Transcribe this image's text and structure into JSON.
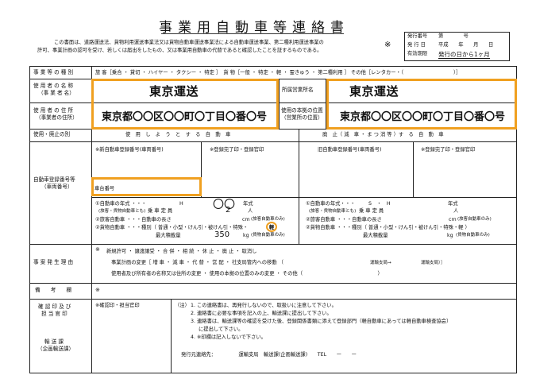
{
  "header": {
    "title": "事業用自動車等連絡書",
    "intro_line1": "この書面は、道路運送法、貨物利用運送事業法又は貨物自動車運送事業法による自動車運送事業、第二種利用運送事業の",
    "intro_line2": "許可、事業計画の認可を受け、若しくは届出をしたもの、又は事業用自動車の代替であると確認したことを証するものである。",
    "mark": "※",
    "issue_label": "発行番号",
    "issue_value": "第　　　　号",
    "date_label": "発 行 日",
    "date_value": "平成　　年　　月　　日",
    "valid_label": "有効期限",
    "valid_value": "発行の日から1ヶ月"
  },
  "rows": {
    "type": {
      "label": "事 業 等 の 種 別",
      "content": "旅 客［乗合 ・ 貸切 ・ ハイヤー ・ タクシー ・ 特定 ］　貨 物［一般 ・ 特定 ・ 軽 ・ 霊きゅう ・ 第二種利用 ］ その他［レンタカー・（　　　　　　　　　　）］"
    },
    "user_name": {
      "label1": "使 用 者 の 名 称",
      "label2": "（事 業 者 名）",
      "value": "東京運送",
      "office_label": "所属営業所名",
      "office_value": "東京運送"
    },
    "user_address": {
      "label1": "使 用 者 の 住 所",
      "label2": "（事業者の住所）",
      "value": "東京都〇〇区〇〇町〇丁目〇番〇号",
      "base_label1": "使用の本拠の位置",
      "base_label2": "（営業所の位置）",
      "base_value": "東京都〇〇区〇〇町〇丁目〇番〇号"
    },
    "usage": {
      "label": "使用・廃止の別",
      "use_header": "使　用　し　よ　う　と　す　る　自　動　車",
      "abolish_header": "廃　止（ 減　車 ・ ま つ 消 等 ）す　る　自　動　車"
    },
    "registration": {
      "label1": "自動車登録番号等",
      "label2": "（車両番号）",
      "new_reg": "※新自動車登録番号(車両番号)",
      "reg_done": "※登録完了印・登録官印",
      "old_reg": "旧自動車登録番号(車両番号)",
      "reg_done2": "※登録完了印・登録官印",
      "chassis": "車台番号"
    },
    "specs_left": {
      "year_label": "①自動車の年式 ・・・",
      "year_era": "H",
      "year_value": "〇〇",
      "year_unit": "年式",
      "note_bus": "(旅客・貨物自動車とも)",
      "capacity_label": "乗 車 定 員",
      "capacity_value": "2",
      "capacity_unit": "人",
      "bus_len_label": "②旅客自動車 ・・・自動車の長さ",
      "bus_len_unit": "cm",
      "bus_len_note": "(旅客自動車のみ)",
      "truck_label": "②貨物自動車 ・・・種別（ 普通・小型・けん引・被けん引・特殊・",
      "truck_highlight": "軽",
      "truck_close": "）",
      "load_label": "最大積載量",
      "load_value": "350",
      "load_unit": "kg",
      "load_note": "(貨物自動車のみ)"
    },
    "specs_right": {
      "year_label": "①自動車の年式・・・",
      "year_era": "S　・　H",
      "year_unit": "年式",
      "note_bus": "(旅客・貨物自動車とも)",
      "capacity_label": "乗 車 定 員",
      "capacity_unit": "人",
      "bus_len_label": "②旅客自動車 ・・・自動車の長さ",
      "bus_len_unit": "cm",
      "bus_len_note": "(旅客自動車のみ)",
      "truck_label": "②貨物自動車 ・・・種別（ 普通・小型・けん引・被けん引・特殊・軽 ）",
      "load_label": "最大積載量",
      "load_unit": "kg",
      "load_note": "(貨物自動車のみ)"
    },
    "cause": {
      "label": "事 案 発 生 理 由",
      "mark": "※",
      "line1": "新規許可 ・ 譲渡譲受 ・ 合 併 ・ 相 続 ・ 休 止 ・ 廃 止 ・ 取消し",
      "line2a": "事業計画の変更［ 増 車 ・ 減 車 ・ 代 替 ・ 営 配 ・ 社支局管内への移動 （",
      "line2b": "運輸支局→",
      "line2c": "運輸支局）］",
      "line3": "使用者及び所有者の名称又は住所の変更 ・ 使用の本拠の位置のみの変更 ・ その他（　　　　　　　　　　　　　　　）"
    },
    "remarks": {
      "label": "備　　考　　欄",
      "mark": "※"
    },
    "confirm": {
      "label1": "確 認 印 及 び",
      "label2": "担 当 官 印",
      "stamp": "※確認印・担当官印",
      "notes_head": "（注）",
      "note1": "1. この連絡書は、再発行しないので、取扱いに注意して下さい。",
      "note2": "2. 連絡書に必要な事項を記入の上、輸送課に提出して下さい。",
      "note3a": "3. 連絡書は、輸送課等の確認を受けた後、登録関係書類に添えて登録部門（軽自動車にあっては軽自動車検査協会）",
      "note3b": "に提出して下さい。",
      "note4": "4. ※印欄は記入しないで下さい。",
      "dest1": "輸 送 課",
      "dest2": "（企画輸送課）",
      "issuer": "発行元連絡先：　　　　　運輸支局　輸送課(企画輸送課)　　TEL　　ー　　ー"
    }
  }
}
